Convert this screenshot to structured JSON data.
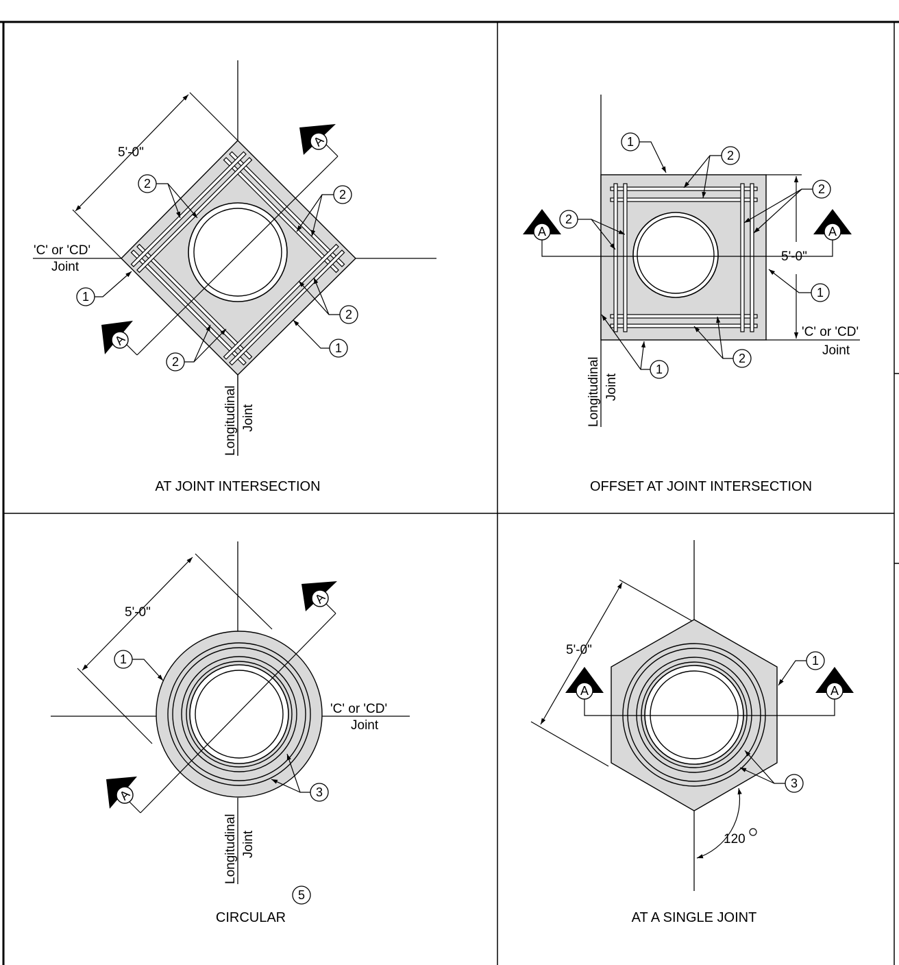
{
  "panels": {
    "p1": {
      "title": "AT JOINT INTERSECTION",
      "dimension": "5'-0\"",
      "transverse_joint": "'C' or 'CD'",
      "transverse_joint_2": "Joint",
      "longitudinal_joint": "Longitudinal",
      "longitudinal_joint_2": "Joint",
      "callouts": [
        "1",
        "2",
        "2",
        "2",
        "2",
        "1"
      ],
      "section_mark": "A"
    },
    "p2": {
      "title": "OFFSET AT JOINT INTERSECTION",
      "dimension": "5'-0\"",
      "transverse_joint": "'C' or 'CD'",
      "transverse_joint_2": "Joint",
      "longitudinal_joint": "Longitudinal",
      "longitudinal_joint_2": "Joint",
      "callouts": [
        "1",
        "2",
        "2",
        "2",
        "1",
        "1",
        "2"
      ],
      "section_mark": "A"
    },
    "p3": {
      "title": "CIRCULAR",
      "dimension": "5'-0\"",
      "transverse_joint": "'C' or 'CD'",
      "transverse_joint_2": "Joint",
      "longitudinal_joint": "Longitudinal",
      "longitudinal_joint_2": "Joint",
      "callouts": [
        "1",
        "3",
        "5"
      ],
      "section_mark": "A"
    },
    "p4": {
      "title": "AT A SINGLE JOINT",
      "dimension": "5'-0\"",
      "angle": "120",
      "callouts": [
        "1",
        "3"
      ],
      "section_mark": "A"
    }
  }
}
